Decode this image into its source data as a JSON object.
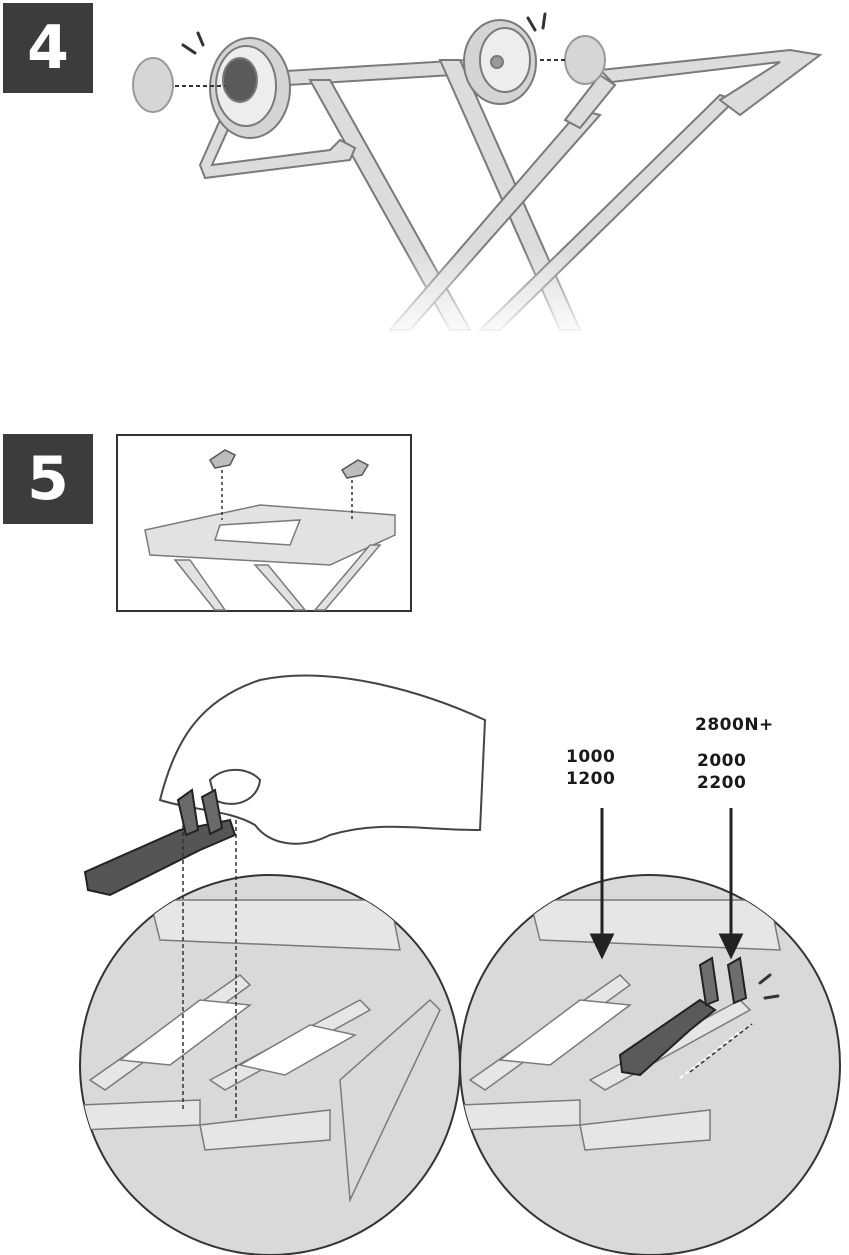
{
  "steps": {
    "step4": {
      "number": "4"
    },
    "step5": {
      "number": "5"
    }
  },
  "labels": {
    "top_model": "2800N+",
    "left_models": [
      "1000",
      "1200"
    ],
    "right_models": [
      "2000",
      "2200"
    ]
  }
}
